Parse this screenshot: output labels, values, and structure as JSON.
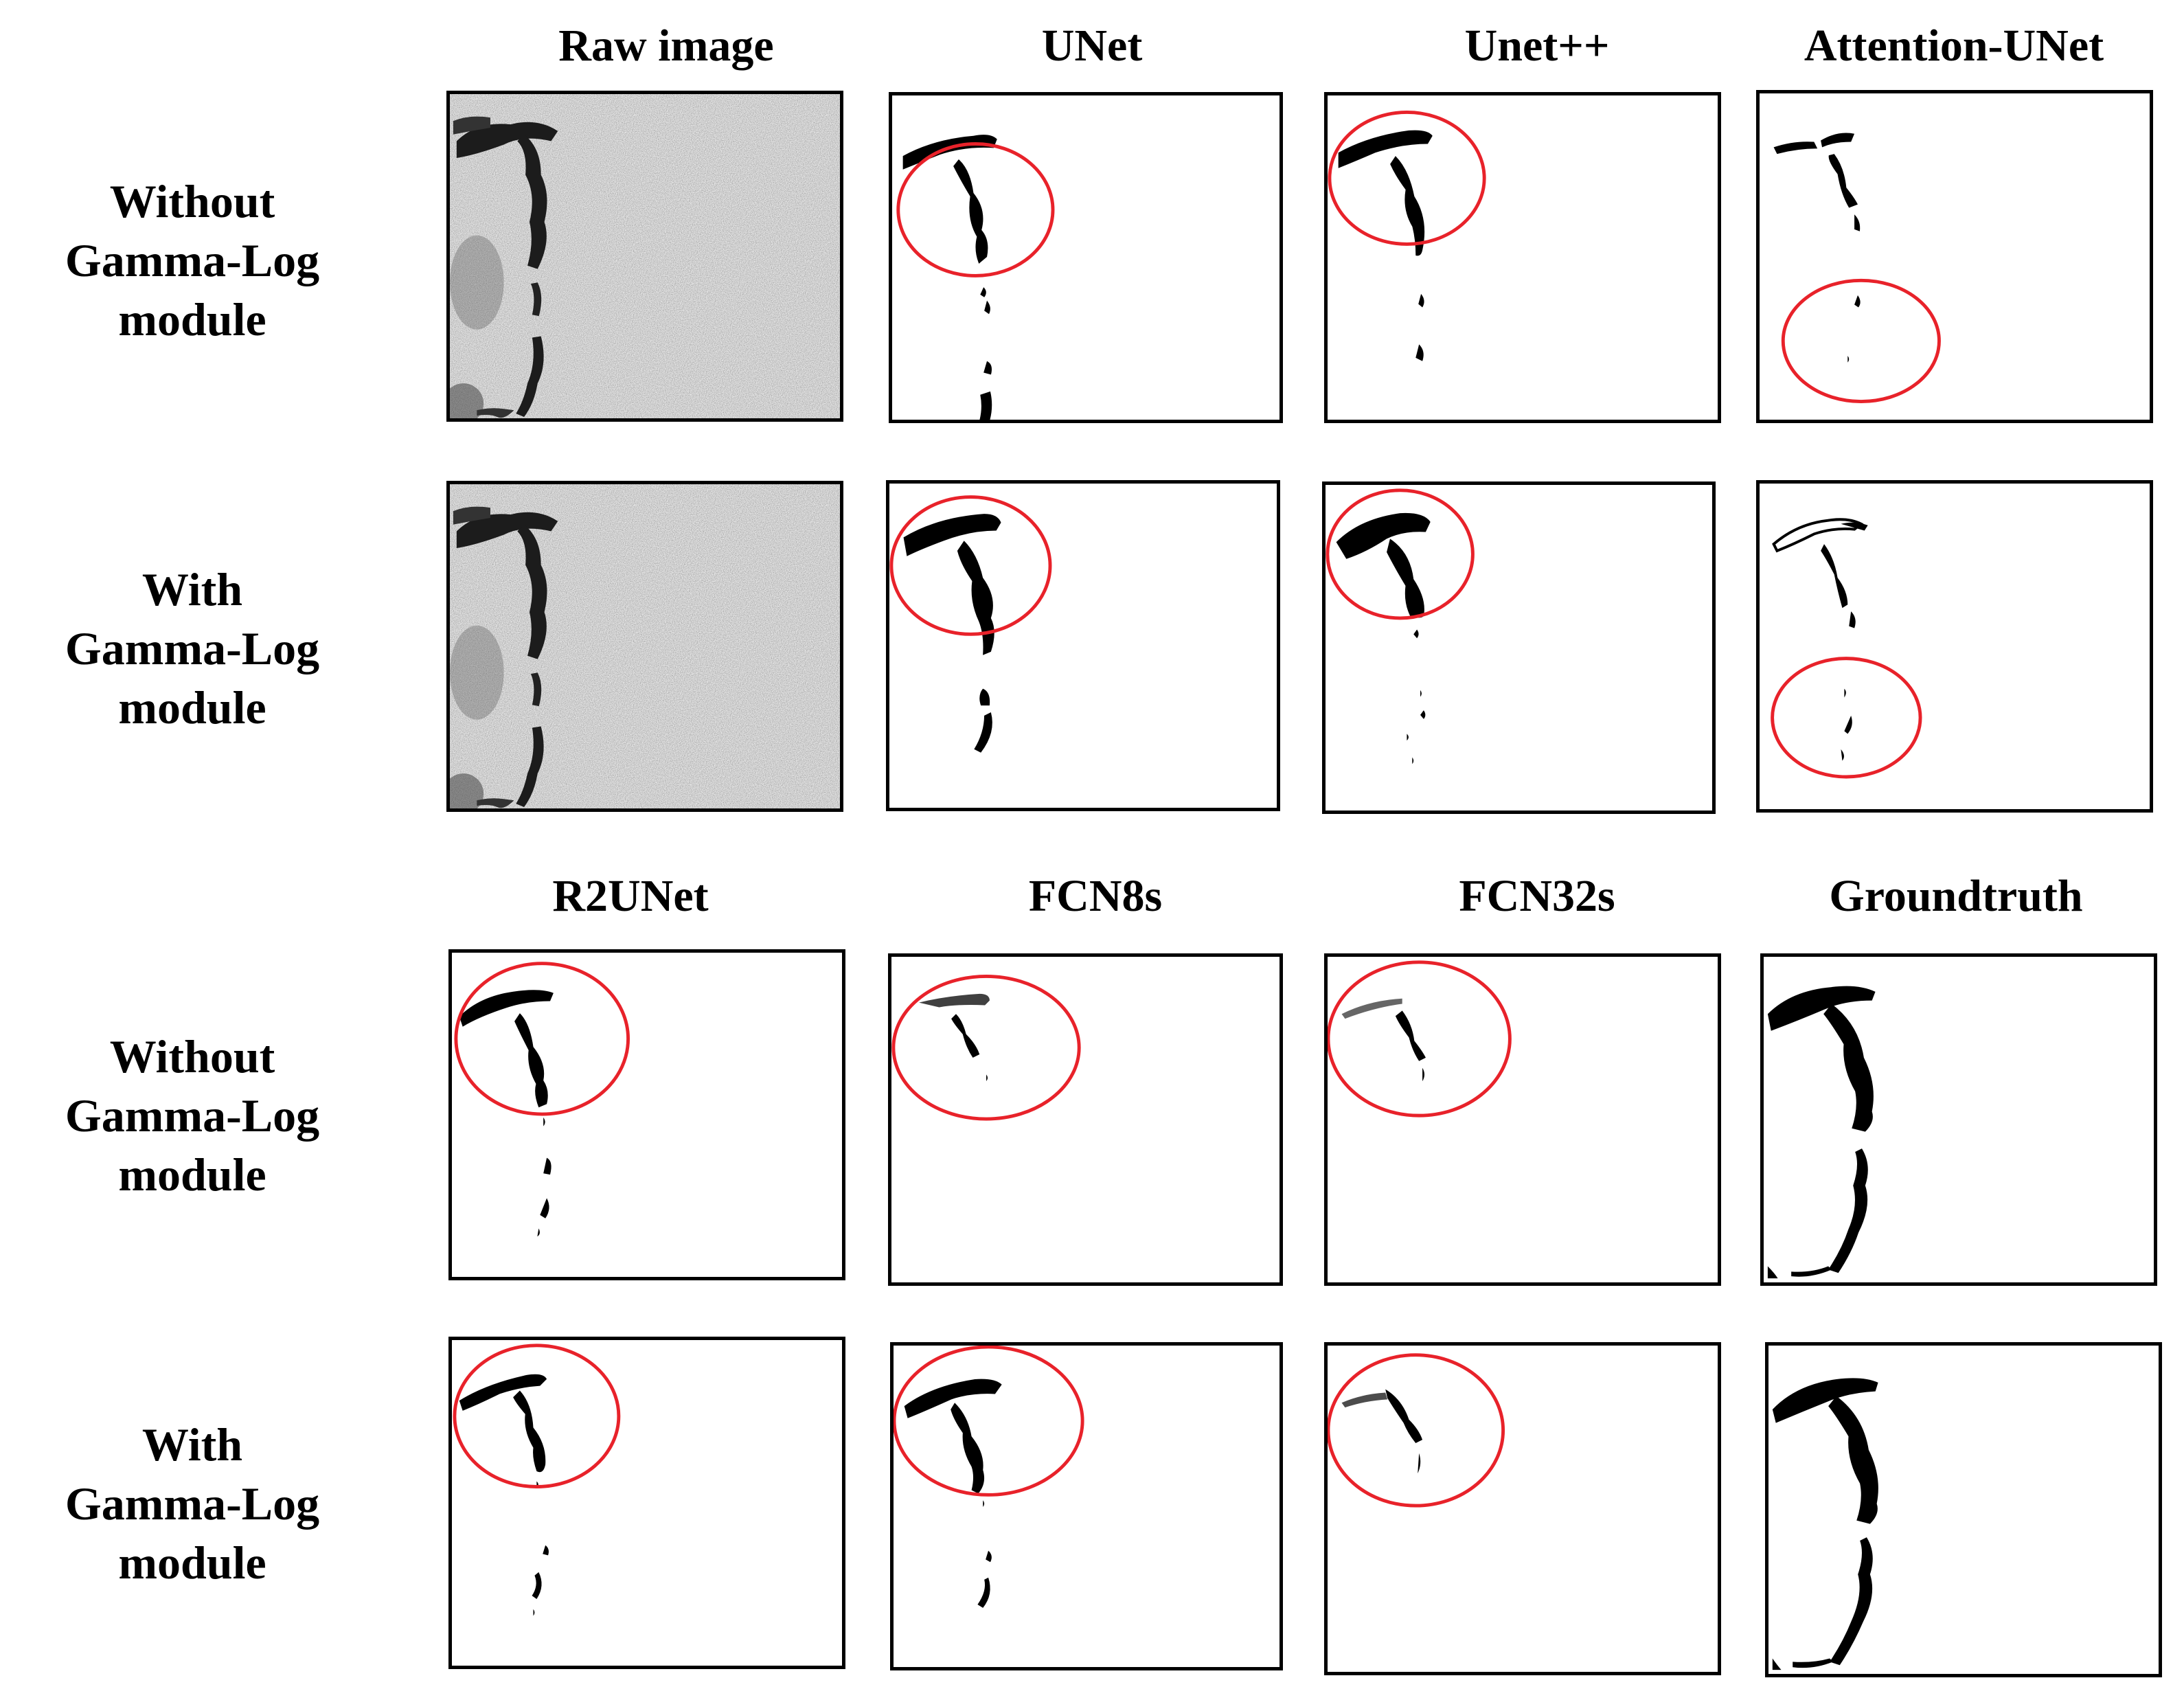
{
  "figure": {
    "top_columns": [
      "Raw image",
      "UNet",
      "Unet++",
      "Attention-UNet"
    ],
    "bottom_columns": [
      "R2UNet",
      "FCN8s",
      "FCN32s",
      "Groundtruth"
    ],
    "row_labels": {
      "without": [
        "Without",
        "Gamma-Log",
        "module"
      ],
      "with": [
        "With",
        "Gamma-Log",
        "module"
      ]
    },
    "highlight_color": "#e8222a"
  }
}
